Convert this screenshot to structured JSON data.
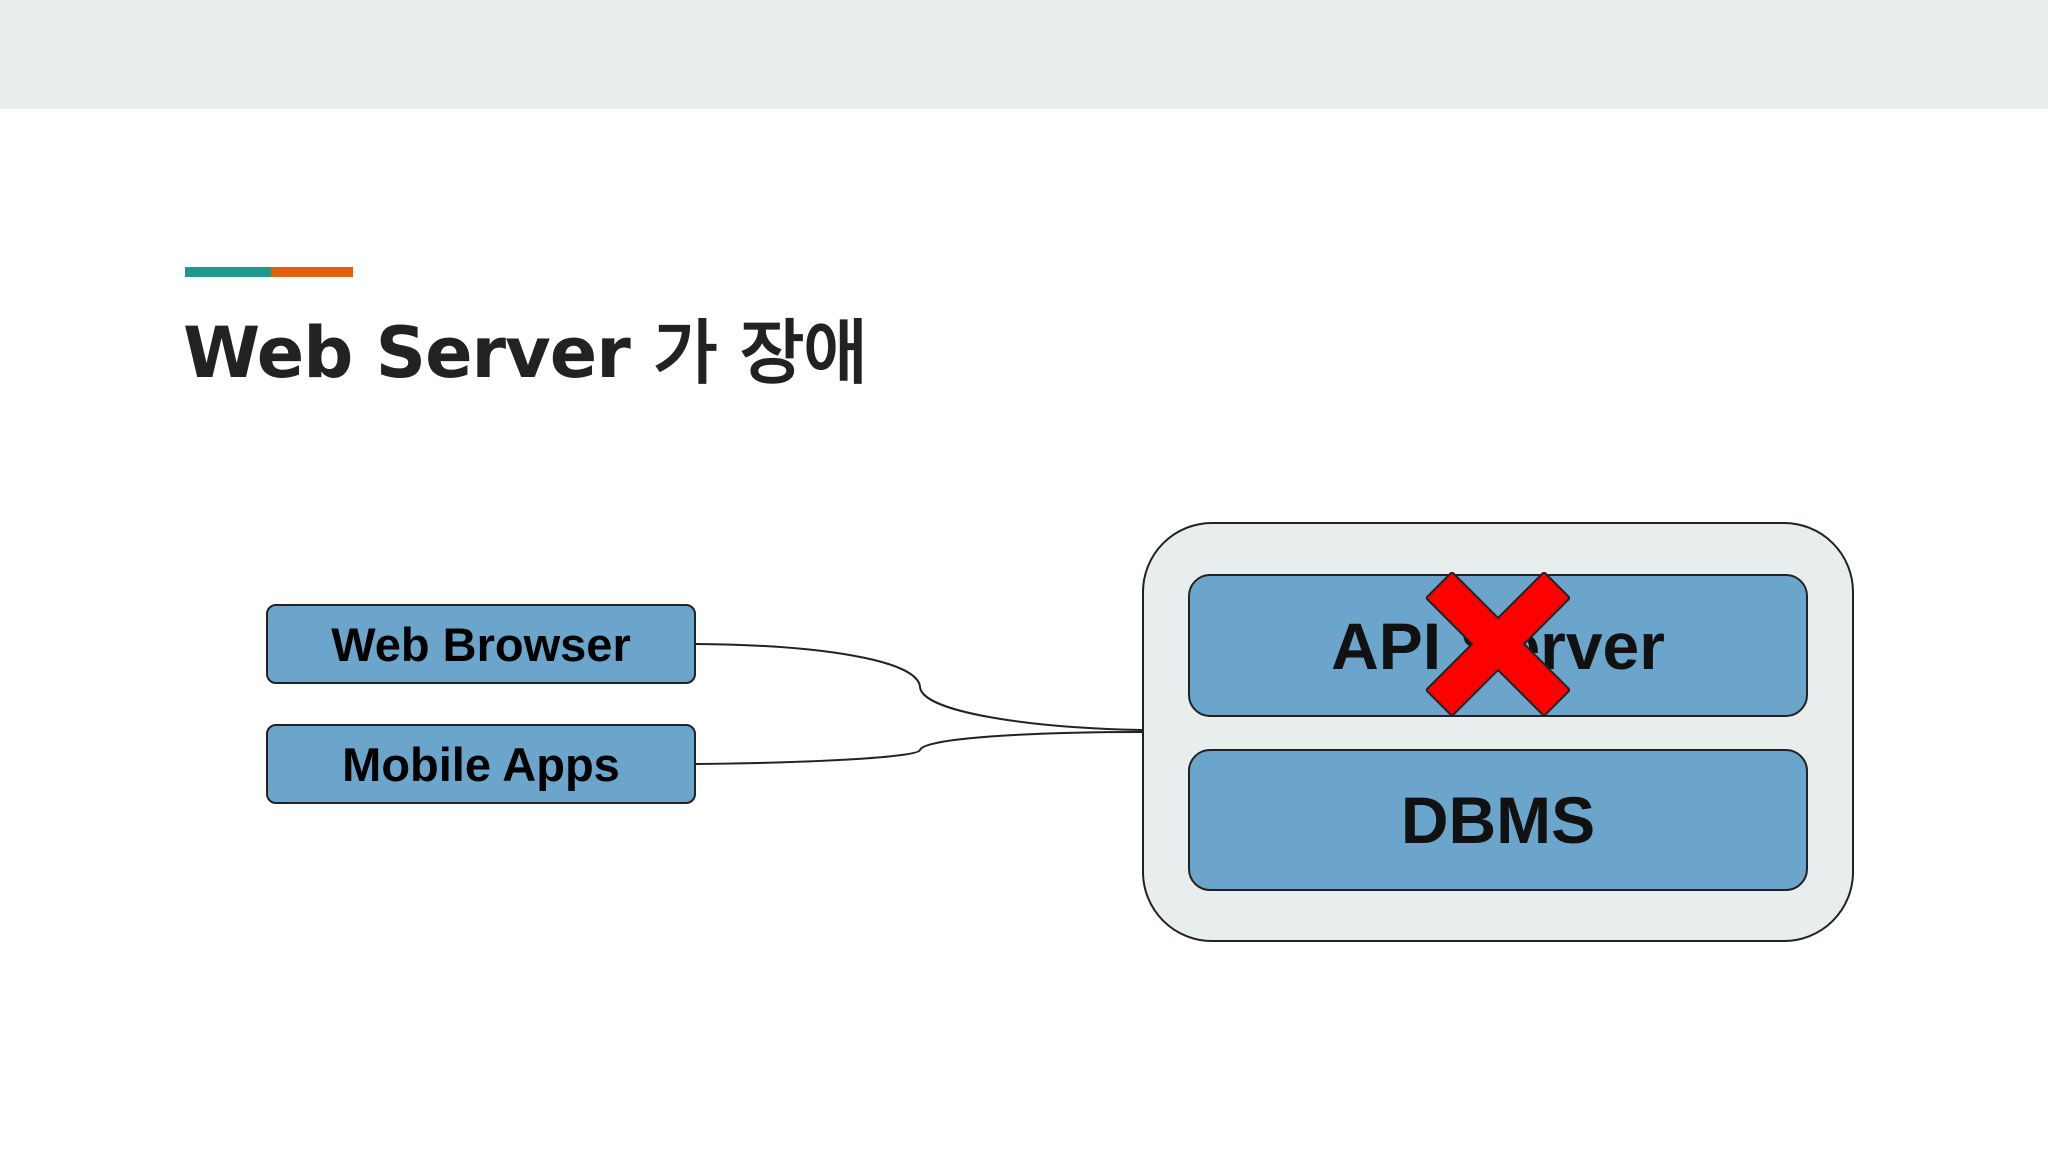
{
  "slide": {
    "title": "Web Server 가 장애"
  },
  "diagram": {
    "clients": [
      {
        "label": "Web Browser"
      },
      {
        "label": "Mobile Apps"
      }
    ],
    "server_stack": [
      {
        "label": "API Server"
      },
      {
        "label": "DBMS"
      }
    ],
    "failed_component": "API Server"
  },
  "colors": {
    "accent_teal": "#1c9a8c",
    "accent_orange": "#e0600e",
    "box_fill": "#6ca5cb",
    "container_fill": "#e8eded",
    "failure_mark": "#ff0000"
  },
  "icons": {
    "failure": "red-x-icon"
  }
}
